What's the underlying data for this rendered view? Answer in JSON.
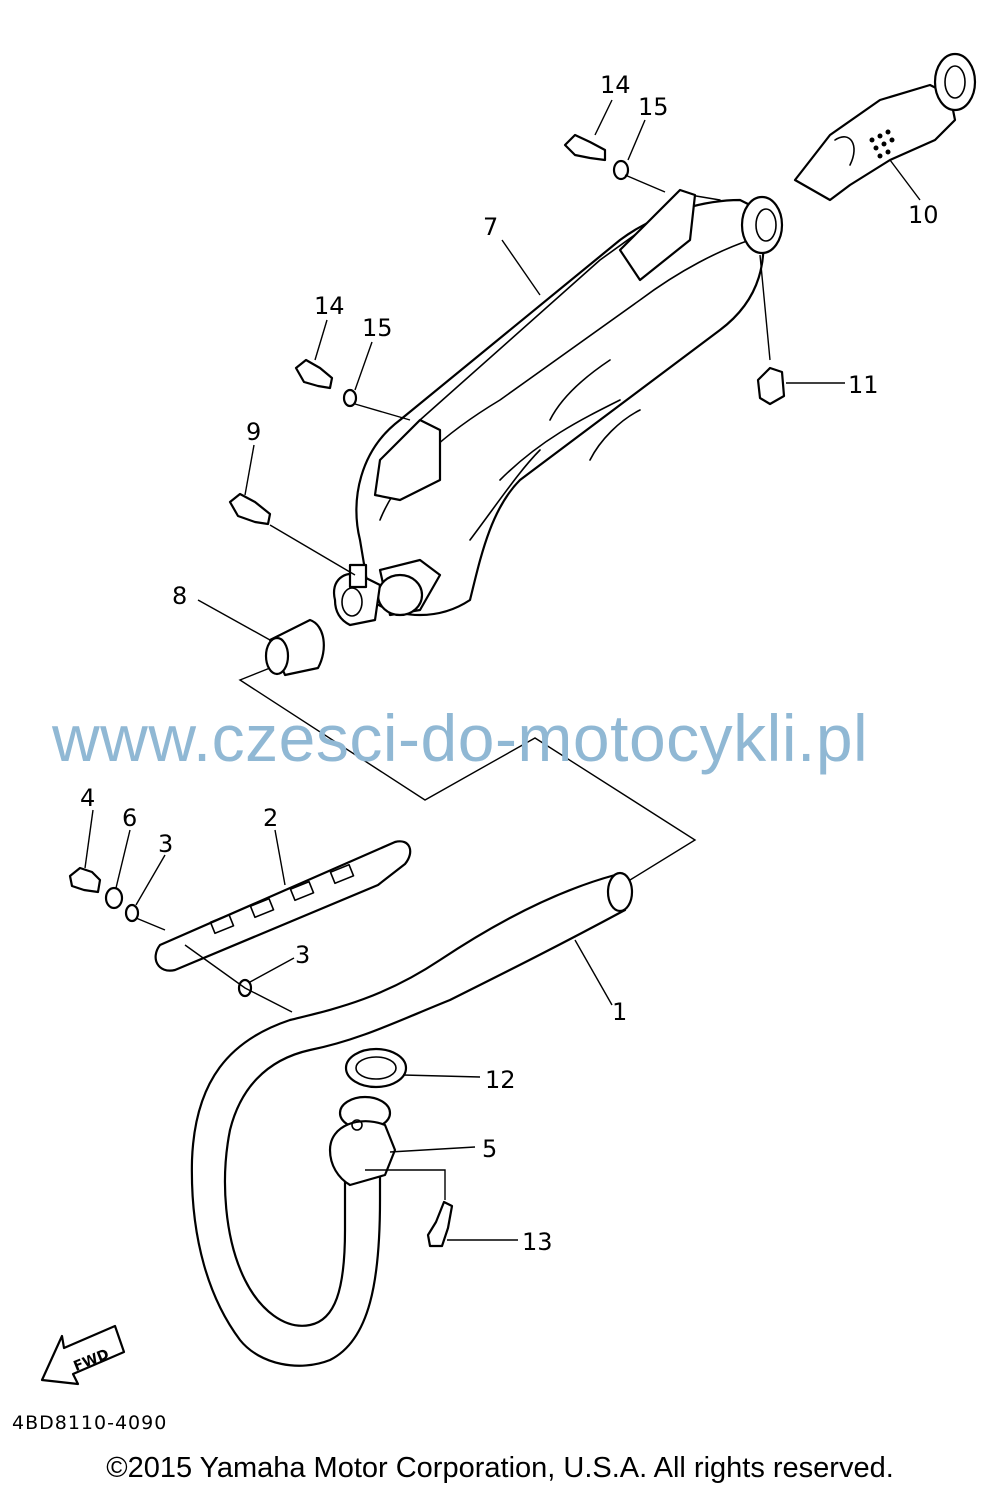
{
  "callouts": [
    {
      "id": "c1",
      "number": "1"
    },
    {
      "id": "c2",
      "number": "2"
    },
    {
      "id": "c3a",
      "number": "3"
    },
    {
      "id": "c3b",
      "number": "3"
    },
    {
      "id": "c4",
      "number": "4"
    },
    {
      "id": "c5",
      "number": "5"
    },
    {
      "id": "c6",
      "number": "6"
    },
    {
      "id": "c7",
      "number": "7"
    },
    {
      "id": "c8",
      "number": "8"
    },
    {
      "id": "c9",
      "number": "9"
    },
    {
      "id": "c10",
      "number": "10"
    },
    {
      "id": "c11",
      "number": "11"
    },
    {
      "id": "c12",
      "number": "12"
    },
    {
      "id": "c13",
      "number": "13"
    },
    {
      "id": "c14a",
      "number": "14"
    },
    {
      "id": "c14b",
      "number": "14"
    },
    {
      "id": "c15a",
      "number": "15"
    },
    {
      "id": "c15b",
      "number": "15"
    }
  ],
  "fwd_label": "FWD",
  "watermark": "www.czesci-do-motocykli.pl",
  "diagram_code": "4BD8110-4090",
  "copyright": "©2015 Yamaha Motor Corporation, U.S.A. All rights reserved."
}
